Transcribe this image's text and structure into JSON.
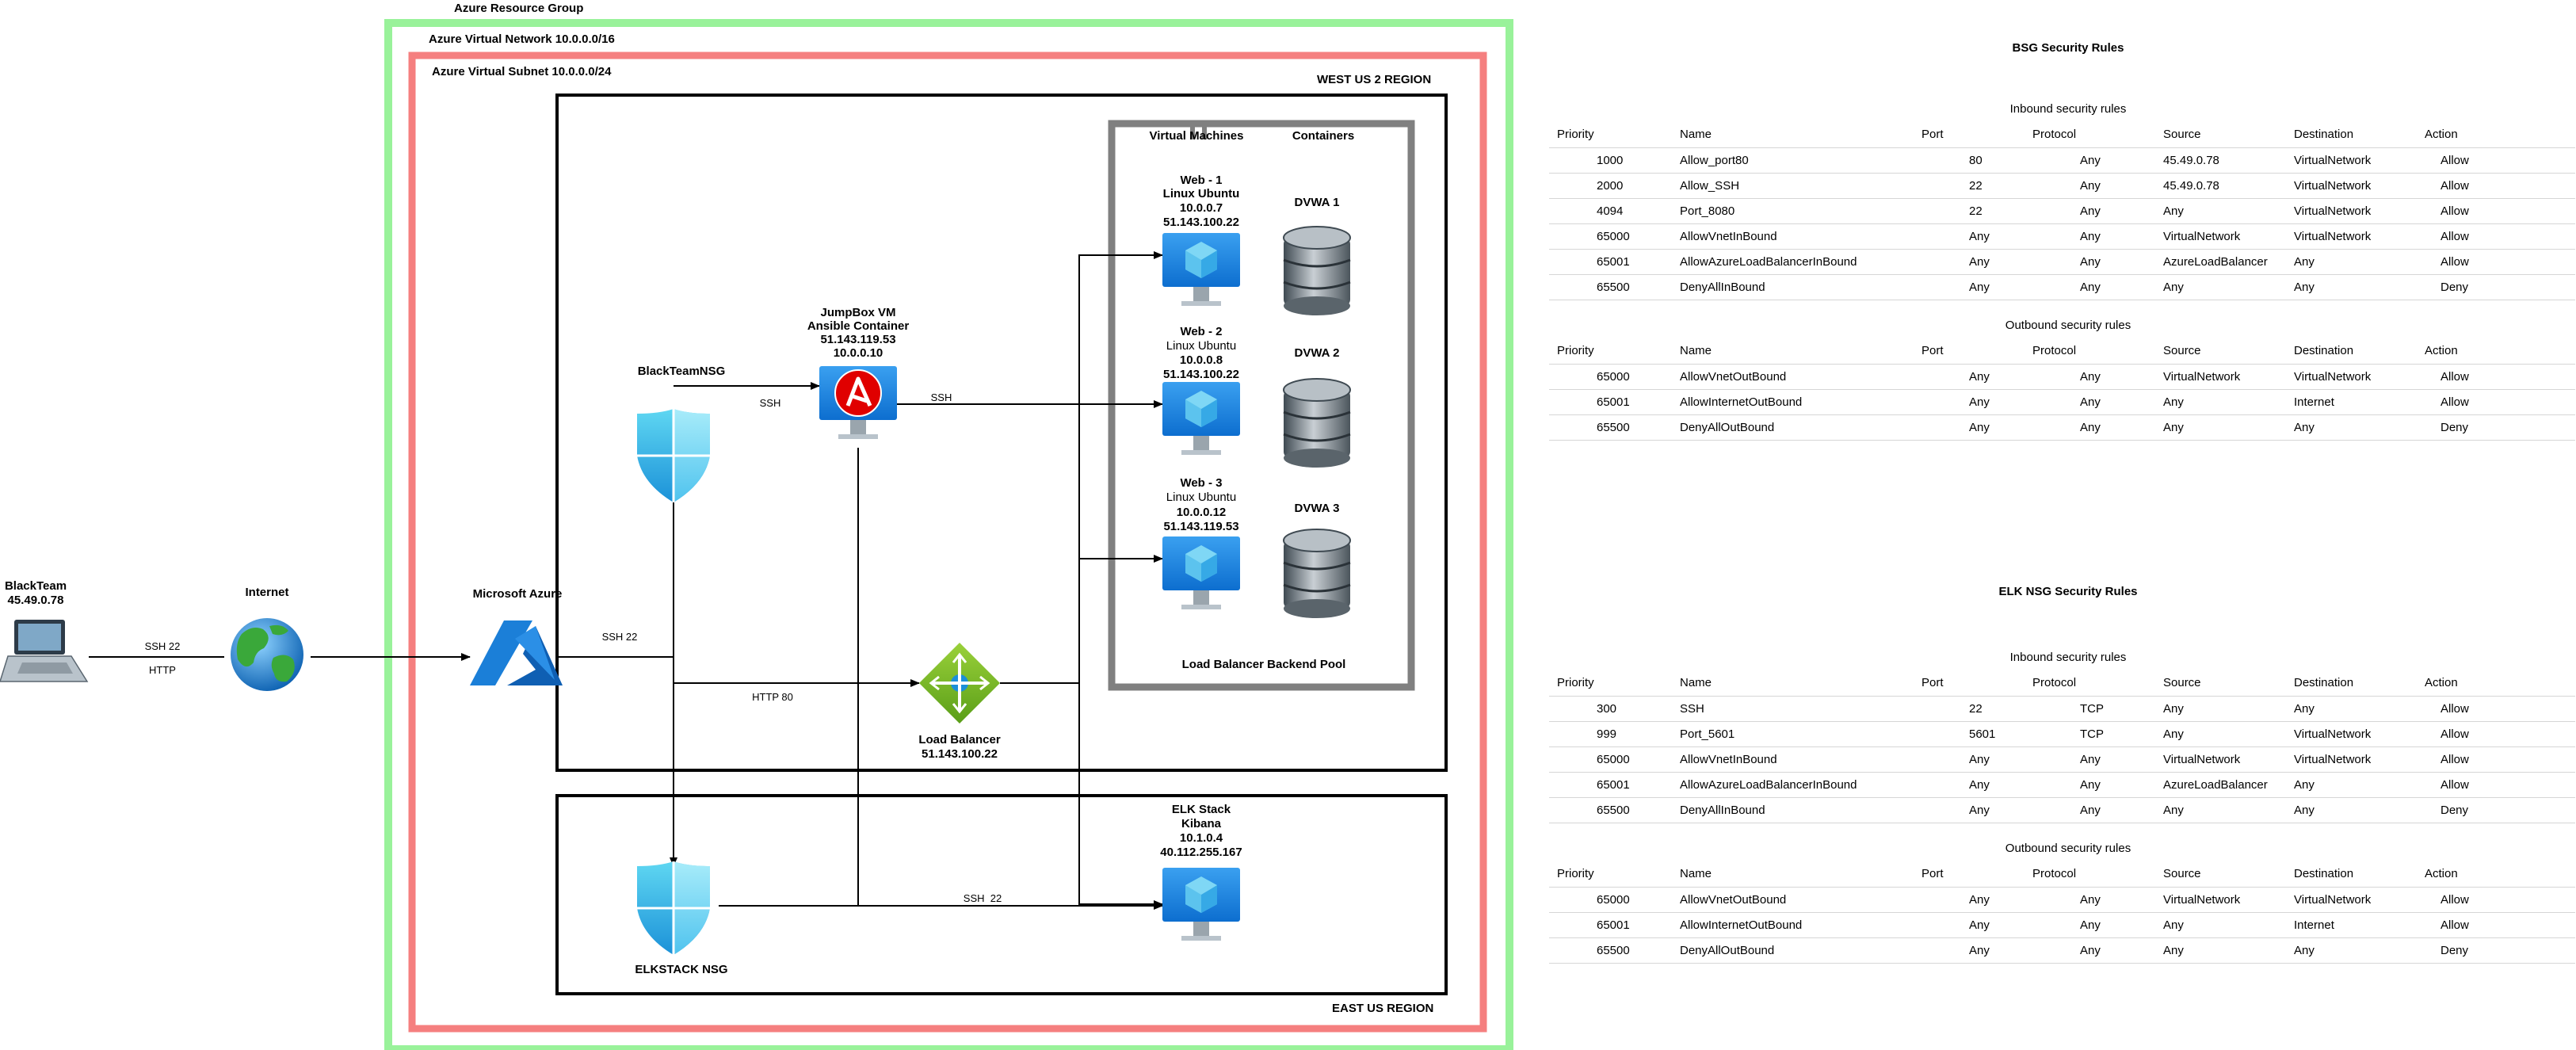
{
  "diagram": {
    "resource_group": "Azure Resource Group",
    "virtual_network": "Azure Virtual Network 10.0.0.0/16",
    "virtual_subnet": "Azure Virtual Subnet 10.0.0.0/24",
    "west_region": "WEST US 2 REGION",
    "east_region": "EAST US REGION",
    "backend_pool": {
      "vm_header": "Virtual Machines",
      "container_header": "Containers",
      "label": "Load Balancer Backend Pool"
    },
    "blackteam": {
      "name": "BlackTeam",
      "ip": "45.49.0.78"
    },
    "internet": {
      "name": "Internet"
    },
    "edge_blackteam_internet": {
      "top": "SSH 22",
      "bottom": "HTTP"
    },
    "azure": {
      "name": "Microsoft Azure"
    },
    "edge_azure_ssh": "SSH 22",
    "edge_http": "HTTP 80",
    "nsg_black": {
      "name": "BlackTeamNSG"
    },
    "edge_nsg_jump": "SSH",
    "jumpbox": {
      "line1": "JumpBox VM",
      "line2": "Ansible Container",
      "line3": "51.143.119.53",
      "line4": "10.0.0.10"
    },
    "edge_jump_web": "SSH",
    "web1": {
      "line1": "Web - 1",
      "line2": "Linux Ubuntu",
      "line3": "10.0.0.7",
      "line4": "51.143.100.22"
    },
    "web2": {
      "line1": "Web - 2",
      "line2": "Linux Ubuntu",
      "line3": "10.0.0.8",
      "line4": "51.143.100.22"
    },
    "web3": {
      "line1": "Web - 3",
      "line2": "Linux Ubuntu",
      "line3": "10.0.0.12",
      "line4": "51.143.119.53"
    },
    "dvwa1": "DVWA 1",
    "dvwa2": "DVWA 2",
    "dvwa3": "DVWA 3",
    "load_balancer": {
      "name": "Load Balancer",
      "ip": "51.143.100.22"
    },
    "elk": {
      "line1": "ELK Stack",
      "line2": "Kibana",
      "line3": "10.1.0.4",
      "line4": "40.112.255.167"
    },
    "nsg_elk": {
      "name": "ELKSTACK NSG"
    },
    "edge_elk_ssh": "SSH  22",
    "colors": {
      "resource_group": "#99f29a",
      "subnet": "#f57f7f",
      "pool": "#808080",
      "azure_blue": "#0f72d1",
      "vm_blue": "#1e90e6"
    }
  },
  "bsg": {
    "title": "BSG Security Rules",
    "columns": [
      "Priority",
      "Name",
      "Port",
      "Protocol",
      "Source",
      "Destination",
      "Action"
    ],
    "inbound_title": "Inbound security rules",
    "inbound": [
      [
        "1000",
        "Allow_port80",
        "80",
        "Any",
        "45.49.0.78",
        "VirtualNetwork",
        "Allow"
      ],
      [
        "2000",
        "Allow_SSH",
        "22",
        "Any",
        "45.49.0.78",
        "VirtualNetwork",
        "Allow"
      ],
      [
        "4094",
        "Port_8080",
        "22",
        "Any",
        "Any",
        "VirtualNetwork",
        "Allow"
      ],
      [
        "65000",
        "AllowVnetInBound",
        "Any",
        "Any",
        "VirtualNetwork",
        "VirtualNetwork",
        "Allow"
      ],
      [
        "65001",
        "AllowAzureLoadBalancerInBound",
        "Any",
        "Any",
        "AzureLoadBalancer",
        "Any",
        "Allow"
      ],
      [
        "65500",
        "DenyAllInBound",
        "Any",
        "Any",
        "Any",
        "Any",
        "Deny"
      ]
    ],
    "outbound_title": "Outbound security rules",
    "outbound": [
      [
        "65000",
        "AllowVnetOutBound",
        "Any",
        "Any",
        "VirtualNetwork",
        "VirtualNetwork",
        "Allow"
      ],
      [
        "65001",
        "AllowInternetOutBound",
        "Any",
        "Any",
        "Any",
        "Internet",
        "Allow"
      ],
      [
        "65500",
        "DenyAllOutBound",
        "Any",
        "Any",
        "Any",
        "Any",
        "Deny"
      ]
    ]
  },
  "elk_nsg": {
    "title": "ELK NSG Security Rules",
    "columns": [
      "Priority",
      "Name",
      "Port",
      "Protocol",
      "Source",
      "Destination",
      "Action"
    ],
    "inbound_title": "Inbound security rules",
    "inbound": [
      [
        "300",
        "SSH",
        "22",
        "TCP",
        "Any",
        "Any",
        "Allow"
      ],
      [
        "999",
        "Port_5601",
        "5601",
        "TCP",
        "Any",
        "VirtualNetwork",
        "Allow"
      ],
      [
        "65000",
        "AllowVnetInBound",
        "Any",
        "Any",
        "VirtualNetwork",
        "VirtualNetwork",
        "Allow"
      ],
      [
        "65001",
        "AllowAzureLoadBalancerInBound",
        "Any",
        "Any",
        "AzureLoadBalancer",
        "Any",
        "Allow"
      ],
      [
        "65500",
        "DenyAllInBound",
        "Any",
        "Any",
        "Any",
        "Any",
        "Deny"
      ]
    ],
    "outbound_title": "Outbound security rules",
    "outbound": [
      [
        "65000",
        "AllowVnetOutBound",
        "Any",
        "Any",
        "VirtualNetwork",
        "VirtualNetwork",
        "Allow"
      ],
      [
        "65001",
        "AllowInternetOutBound",
        "Any",
        "Any",
        "Any",
        "Internet",
        "Allow"
      ],
      [
        "65500",
        "DenyAllOutBound",
        "Any",
        "Any",
        "Any",
        "Any",
        "Deny"
      ]
    ]
  }
}
